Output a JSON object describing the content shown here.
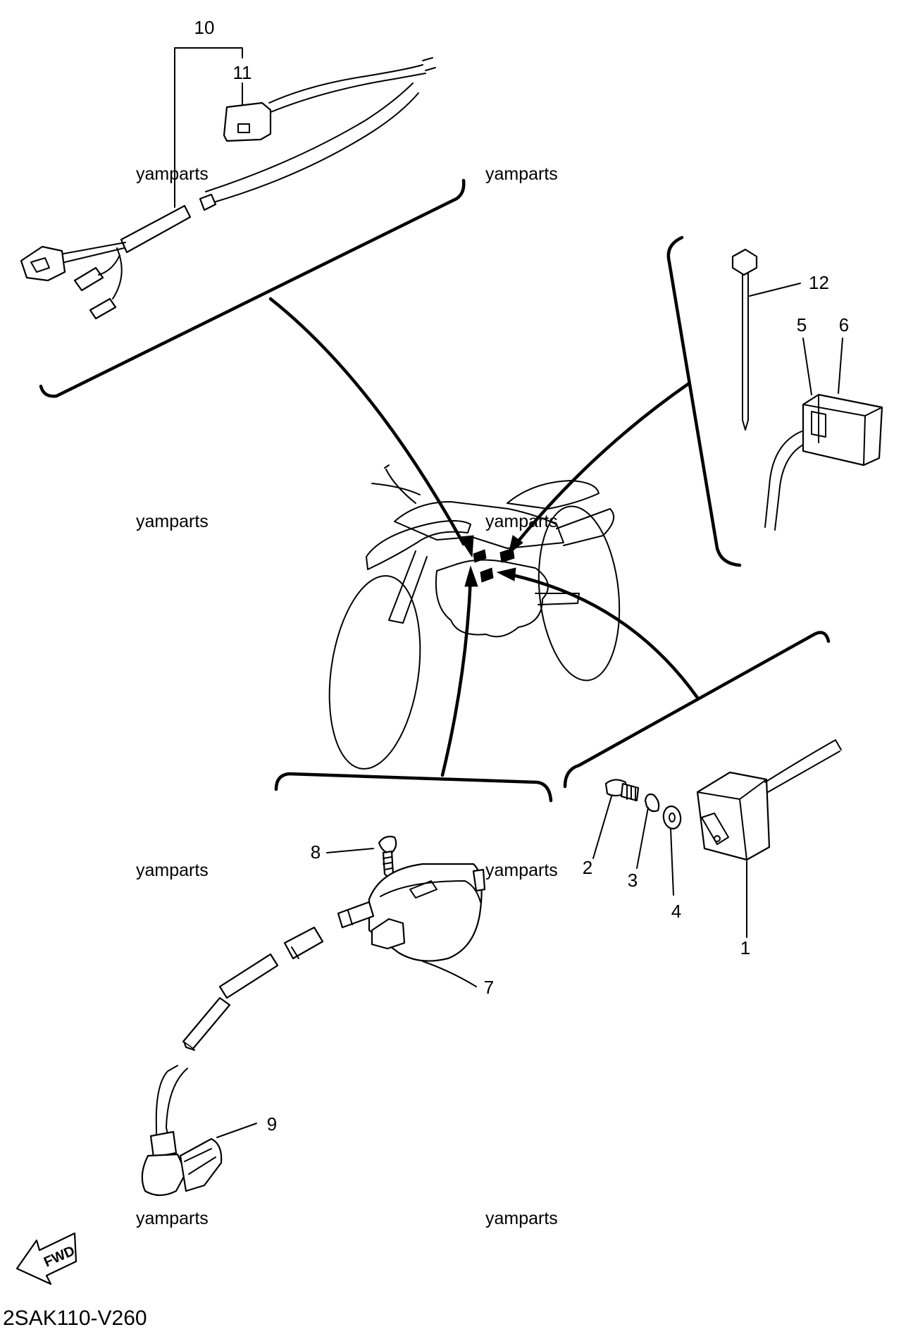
{
  "diagram": {
    "callouts": {
      "c1": "1",
      "c2": "2",
      "c3": "3",
      "c4": "4",
      "c5": "5",
      "c6": "6",
      "c7": "7",
      "c8": "8",
      "c9": "9",
      "c10": "10",
      "c11": "11",
      "c12": "12"
    },
    "watermarks": [
      "yamparts",
      "yamparts",
      "yamparts",
      "yamparts",
      "yamparts",
      "yamparts",
      "yamparts",
      "yamparts"
    ],
    "fwd_label": "FWD",
    "drawing_code": "2SAK110-V260"
  }
}
